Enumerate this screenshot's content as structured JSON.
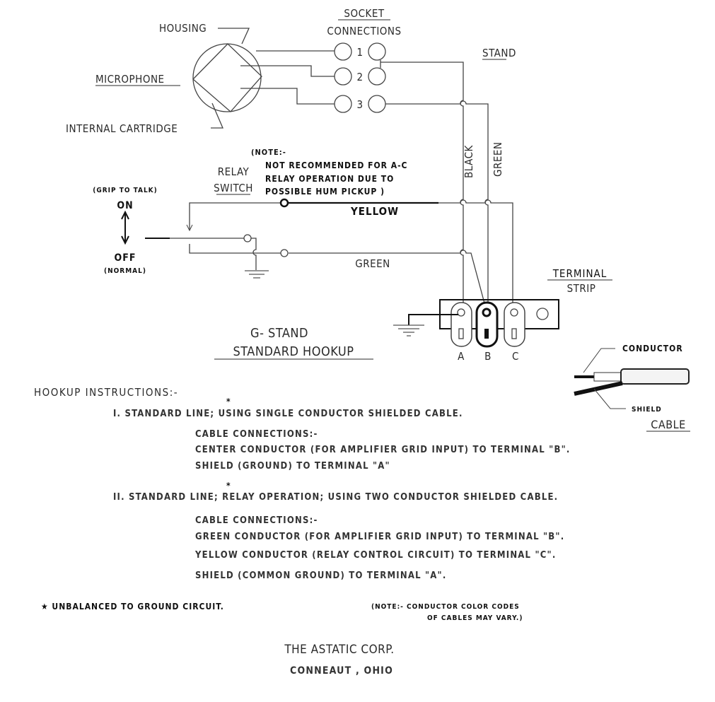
{
  "diagram": {
    "socket_title": [
      "SOCKET",
      "CONNECTIONS"
    ],
    "socket_numbers": [
      "1",
      "2",
      "3"
    ],
    "housing": "HOUSING",
    "microphone": "MICROPHONE",
    "internal_cartridge": "INTERNAL CARTRIDGE",
    "stand": "STAND",
    "black": "BLACK",
    "green_vertical": "GREEN",
    "note": [
      "(NOTE:-",
      "NOT RECOMMENDED FOR A-C",
      "RELAY OPERATION DUE TO",
      "POSSIBLE HUM PICKUP )"
    ],
    "relay_switch": [
      "RELAY",
      "SWITCH"
    ],
    "grip_to_talk": "(GRIP TO TALK)",
    "on": "ON",
    "off": "OFF",
    "normal": "(NORMAL)",
    "yellow": "YELLOW",
    "green": "GREEN",
    "terminal_strip": [
      "TERMINAL",
      "STRIP"
    ],
    "terminals": [
      "A",
      "B",
      "C"
    ],
    "title": [
      "G- STAND",
      "STANDARD HOOKUP"
    ],
    "cable": {
      "conductor": "CONDUCTOR",
      "shield": "SHIELD",
      "title": "CABLE"
    }
  },
  "instructions": {
    "heading": "HOOKUP  INSTRUCTIONS:-",
    "star": "*",
    "item1": "I.  STANDARD LINE;  USING  SINGLE  CONDUCTOR   SHIELDED   CABLE.",
    "item1_lines": [
      "CABLE CONNECTIONS:-",
      "CENTER CONDUCTOR (FOR AMPLIFIER GRID INPUT) TO TERMINAL \"B\".",
      "SHIELD (GROUND) TO  TERMINAL  \"A\""
    ],
    "item2": "II. STANDARD LINE; RELAY OPERATION; USING TWO CONDUCTOR SHIELDED CABLE.",
    "item2_lines": [
      "CABLE CONNECTIONS:-",
      "GREEN CONDUCTOR (FOR AMPLIFIER GRID INPUT) TO TERMINAL \"B\".",
      "YELLOW CONDUCTOR (RELAY CONTROL CIRCUIT) TO TERMINAL \"C\".",
      "SHIELD (COMMON GROUND) TO TERMINAL \"A\"."
    ],
    "footnote": "★  UNBALANCED TO GROUND CIRCUIT.",
    "color_note": [
      "(NOTE:- CONDUCTOR COLOR CODES",
      "OF CABLES MAY VARY.)"
    ]
  },
  "footer": {
    "company": "THE ASTATIC CORP.",
    "city": "CONNEAUT , OHIO"
  }
}
